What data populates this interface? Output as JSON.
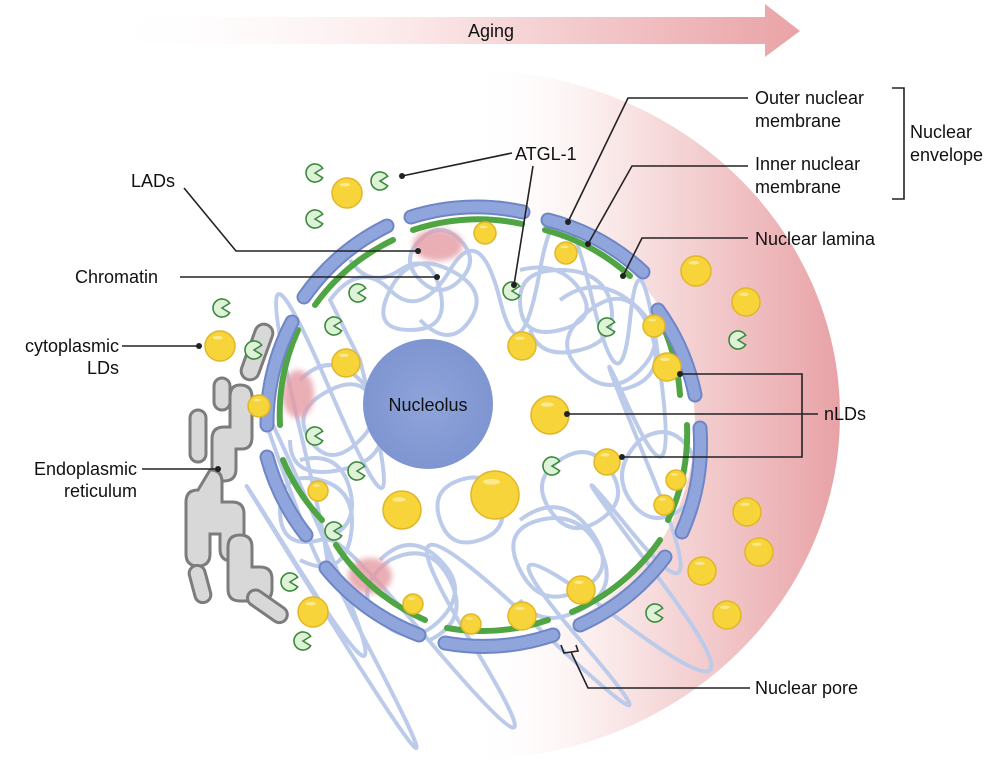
{
  "title_arrow": {
    "label": "Aging"
  },
  "labels": {
    "atgl1": "ATGL-1",
    "lads": "LADs",
    "chromatin": "Chromatin",
    "cytoplasmic_lds_line1": "cytoplasmic",
    "cytoplasmic_lds_line2": "LDs",
    "er_line1": "Endoplasmic",
    "er_line2": "reticulum",
    "nucleolus": "Nucleolus",
    "outer_membrane_line1": "Outer nuclear",
    "outer_membrane_line2": "membrane",
    "inner_membrane_line1": "Inner nuclear",
    "inner_membrane_line2": "membrane",
    "nuclear_envelope_line1": "Nuclear",
    "nuclear_envelope_line2": "envelope",
    "nuclear_lamina": "Nuclear lamina",
    "nlds": "nLDs",
    "nuclear_pore": "Nuclear pore"
  },
  "colors": {
    "aging_gradient_end": "#e9a3a6",
    "membrane": "#7f95d1",
    "lamina": "#4fa544",
    "lipid_droplet": "#f6d43a",
    "atgl": "#def2d8",
    "nucleolus": "#8a9fd6",
    "chromatin": "#bccbea",
    "er": "#d8d8d8",
    "lads": "#e59aa3"
  }
}
